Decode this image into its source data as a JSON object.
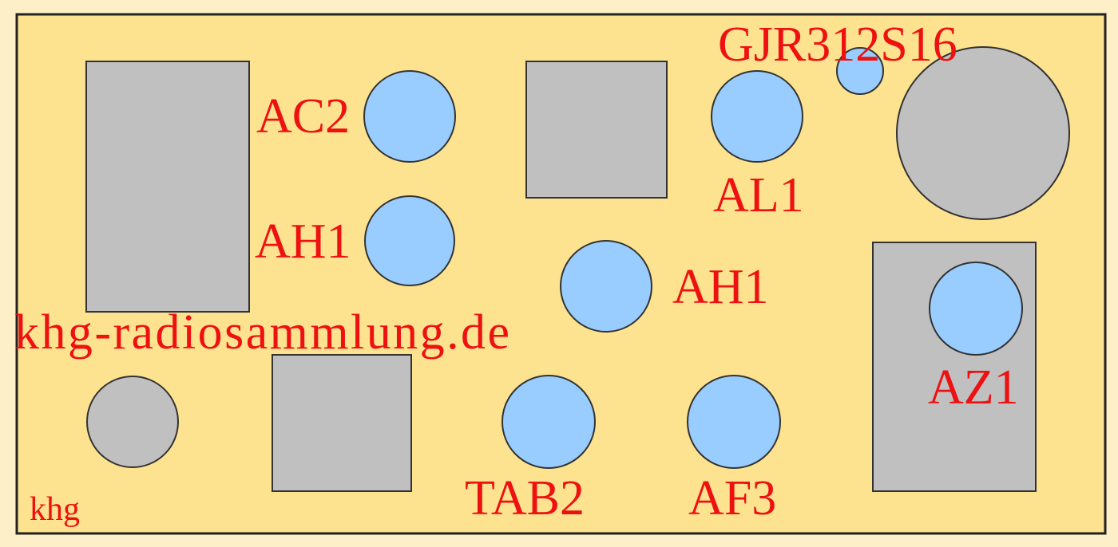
{
  "colors": {
    "board": "#fde38f",
    "background": "#fdf0c8",
    "tube": "#99ccff",
    "component": "#c0c0c0",
    "label": "#ee1111"
  },
  "labels": {
    "ac2": "AC2",
    "gjr": "GJR312S16",
    "al1": "AL1",
    "ah1_left": "AH1",
    "ah1_center": "AH1",
    "website": "khg-radiosammlung.de",
    "az1": "AZ1",
    "tab2": "TAB2",
    "af3": "AF3",
    "khg": "khg"
  }
}
